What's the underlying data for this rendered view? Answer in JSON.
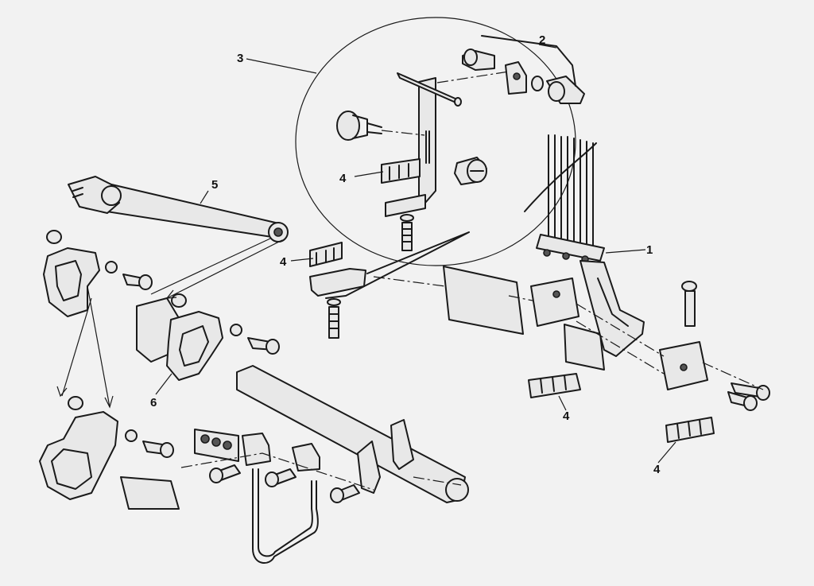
{
  "callouts": {
    "c1": "1",
    "c2": "2",
    "c3": "3",
    "c4a": "4",
    "c4b": "4",
    "c4c": "4",
    "c4d": "4",
    "c5": "5",
    "c6": "6"
  },
  "colors": {
    "line": "#1a1a1a",
    "background": "#f2f2f2",
    "part_fill": "#e8e8e8"
  }
}
